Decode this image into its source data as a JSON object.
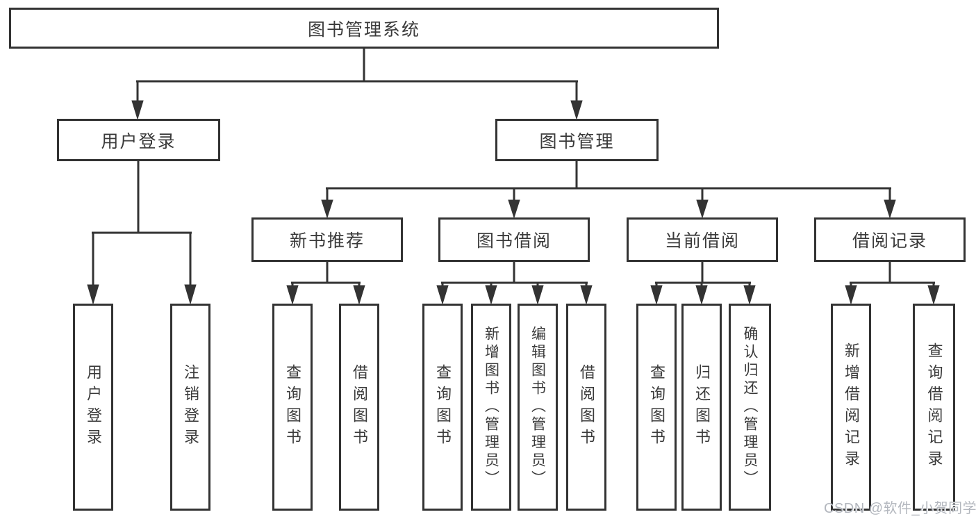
{
  "page": {
    "background": "#ffffff",
    "line_color": "#333333",
    "text_color": "#3a3a3a",
    "watermark": "CSDN @软件_小贺同学",
    "watermark_color": "#b3b7be"
  },
  "tree": {
    "root": {
      "label": "图书管理系统",
      "children": [
        {
          "label": "用户登录",
          "children": [
            {
              "label": "用户登录"
            },
            {
              "label": "注销登录"
            }
          ]
        },
        {
          "label": "图书管理",
          "children": [
            {
              "label": "新书推荐",
              "children": [
                {
                  "label": "查询图书"
                },
                {
                  "label": "借阅图书"
                }
              ]
            },
            {
              "label": "图书借阅",
              "children": [
                {
                  "label": "查询图书"
                },
                {
                  "label": "新增图书（管理员）"
                },
                {
                  "label": "编辑图书（管理员）"
                },
                {
                  "label": "借阅图书"
                }
              ]
            },
            {
              "label": "当前借阅",
              "children": [
                {
                  "label": "查询图书"
                },
                {
                  "label": "归还图书"
                },
                {
                  "label": "确认归还（管理员）"
                }
              ]
            },
            {
              "label": "借阅记录",
              "children": [
                {
                  "label": "新增借阅记录"
                },
                {
                  "label": "查询借阅记录"
                }
              ]
            }
          ]
        }
      ]
    }
  }
}
